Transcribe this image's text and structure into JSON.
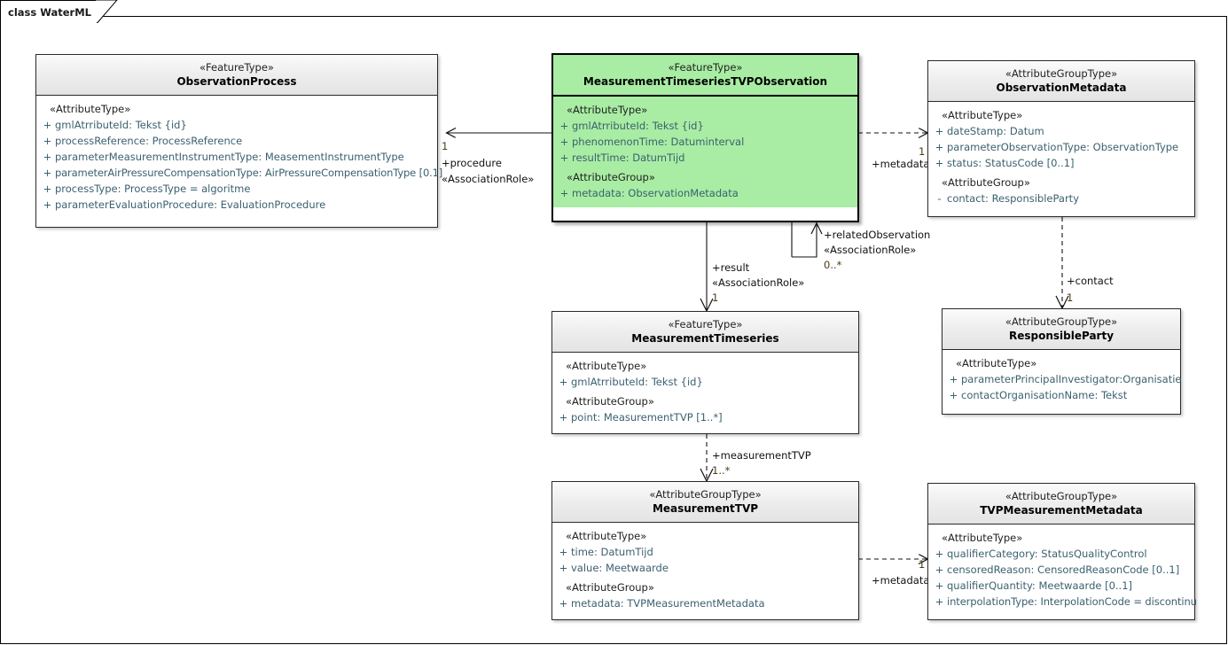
{
  "diagram": {
    "tab_label": "class WaterML",
    "accent_green": "#a8eda3",
    "attr_text_color": "#3b6070"
  },
  "classes": [
    {
      "id": "observation-process",
      "stereotype": "«FeatureType»",
      "name": "ObservationProcess",
      "groups": [
        {
          "label": "«AttributeType»",
          "attributes": [
            {
              "vis": "+",
              "text": "gmlAtrributeId: Tekst {id}"
            },
            {
              "vis": "+",
              "text": "processReference: ProcessReference"
            },
            {
              "vis": "+",
              "text": "parameterMeasurementInstrumentType: MeasementInstrumentType"
            },
            {
              "vis": "+",
              "text": "parameterAirPressureCompensationType: AirPressureCompensationType [0.1]"
            },
            {
              "vis": "+",
              "text": "processType: ProcessType = algoritme"
            },
            {
              "vis": "+",
              "text": "parameterEvaluationProcedure: EvaluationProcedure"
            }
          ]
        }
      ]
    },
    {
      "id": "measurement-timeseries-tvp-observation",
      "stereotype": "«FeatureType»",
      "name": "MeasurementTimeseriesTVPObservation",
      "groups": [
        {
          "label": "«AttributeType»",
          "attributes": [
            {
              "vis": "+",
              "text": "gmlAtrributeId: Tekst {id}"
            },
            {
              "vis": "+",
              "text": "phenomenonTime: Datuminterval"
            },
            {
              "vis": "+",
              "text": "resultTime: DatumTijd"
            }
          ]
        },
        {
          "label": "«AttributeGroup»",
          "attributes": [
            {
              "vis": "+",
              "text": "metadata: ObservationMetadata"
            }
          ]
        }
      ]
    },
    {
      "id": "observation-metadata",
      "stereotype": "«AttributeGroupType»",
      "name": "ObservationMetadata",
      "groups": [
        {
          "label": "«AttributeType»",
          "attributes": [
            {
              "vis": "+",
              "text": "dateStamp: Datum"
            },
            {
              "vis": "+",
              "text": "parameterObservationType: ObservationType"
            },
            {
              "vis": "+",
              "text": "status: StatusCode [0..1]"
            }
          ]
        },
        {
          "label": "«AttributeGroup»",
          "attributes": [
            {
              "vis": "-",
              "text": "contact: ResponsibleParty"
            }
          ]
        }
      ]
    },
    {
      "id": "measurement-timeseries",
      "stereotype": "«FeatureType»",
      "name": "MeasurementTimeseries",
      "groups": [
        {
          "label": "«AttributeType»",
          "attributes": [
            {
              "vis": "+",
              "text": "gmlAtrributeId: Tekst {id}"
            }
          ]
        },
        {
          "label": "«AttributeGroup»",
          "attributes": [
            {
              "vis": "+",
              "text": "point: MeasurementTVP [1..*]"
            }
          ]
        }
      ]
    },
    {
      "id": "responsible-party",
      "stereotype": "«AttributeGroupType»",
      "name": "ResponsibleParty",
      "groups": [
        {
          "label": "«AttributeType»",
          "attributes": [
            {
              "vis": "+",
              "text": "parameterPrincipalInvestigator:Organisatie"
            },
            {
              "vis": "+",
              "text": "contactOrganisationName: Tekst"
            }
          ]
        }
      ]
    },
    {
      "id": "measurement-tvp",
      "stereotype": "«AttributeGroupType»",
      "name": "MeasurementTVP",
      "groups": [
        {
          "label": "«AttributeType»",
          "attributes": [
            {
              "vis": "+",
              "text": "time: DatumTijd"
            },
            {
              "vis": "+",
              "text": "value: Meetwaarde"
            }
          ]
        },
        {
          "label": "«AttributeGroup»",
          "attributes": [
            {
              "vis": "+",
              "text": "metadata: TVPMeasurementMetadata"
            }
          ]
        }
      ]
    },
    {
      "id": "tvp-measurement-metadata",
      "stereotype": "«AttributeGroupType»",
      "name": "TVPMeasurementMetadata",
      "groups": [
        {
          "label": "«AttributeType»",
          "attributes": [
            {
              "vis": "+",
              "text": "qualifierCategory: StatusQualityControl"
            },
            {
              "vis": "+",
              "text": "censoredReason: CensoredReasonCode [0..1]"
            },
            {
              "vis": "+",
              "text": "qualifierQuantity: Meetwaarde [0..1]"
            },
            {
              "vis": "+",
              "text": "interpolationType: InterpolationCode = discontinu"
            }
          ]
        }
      ]
    }
  ],
  "connectors": [
    {
      "id": "procedure",
      "role": "+procedure",
      "stereotype": "«AssociationRole»",
      "multiplicity": "1",
      "from": "measurement-timeseries-tvp-observation",
      "to": "observation-process",
      "style": "association-open-arrow"
    },
    {
      "id": "metadata-observation",
      "role": "+metadata",
      "stereotype": "",
      "multiplicity": "1",
      "from": "measurement-timeseries-tvp-observation",
      "to": "observation-metadata",
      "style": "dependency-dashed-arrow"
    },
    {
      "id": "related-observation",
      "role": "+relatedObservation",
      "stereotype": "«AssociationRole»",
      "multiplicity": "0..*",
      "from": "measurement-timeseries-tvp-observation",
      "to": "measurement-timeseries-tvp-observation",
      "style": "self-association-open-arrow"
    },
    {
      "id": "result",
      "role": "+result",
      "stereotype": "«AssociationRole»",
      "multiplicity": "1",
      "from": "measurement-timeseries-tvp-observation",
      "to": "measurement-timeseries",
      "style": "association-open-arrow"
    },
    {
      "id": "contact",
      "role": "+contact",
      "stereotype": "",
      "multiplicity": "1",
      "from": "observation-metadata",
      "to": "responsible-party",
      "style": "dependency-dashed-arrow"
    },
    {
      "id": "measurement-tvp-link",
      "role": "+measurementTVP",
      "stereotype": "",
      "multiplicity": "1..*",
      "from": "measurement-timeseries",
      "to": "measurement-tvp",
      "style": "dependency-dashed-arrow"
    },
    {
      "id": "metadata-tvp",
      "role": "+metadata",
      "stereotype": "",
      "multiplicity": "1",
      "from": "measurement-tvp",
      "to": "tvp-measurement-metadata",
      "style": "dependency-dashed-arrow"
    }
  ]
}
